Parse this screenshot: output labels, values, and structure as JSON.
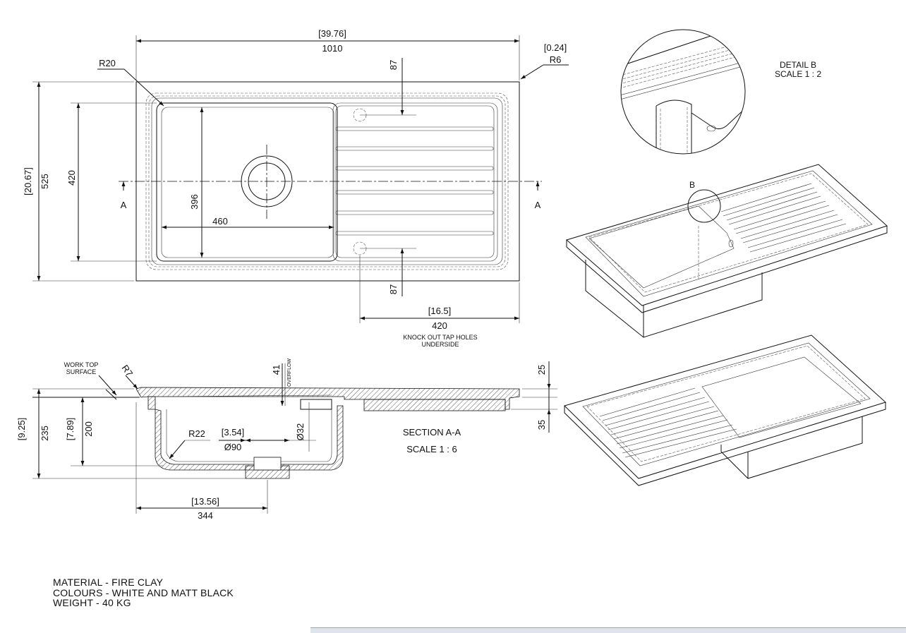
{
  "plan_view": {
    "overall_length_in": "[39.76]",
    "overall_length_mm": "1010",
    "corner_radius_in": "[0.24]",
    "corner_radius_mm": "R6",
    "bowl_radius": "R20",
    "tap_hole_offset_top": "87",
    "tap_hole_offset_bottom": "87",
    "overall_width_in": "[20.67]",
    "overall_width_mm": "525",
    "bowl_width_outer": "420",
    "bowl_width_inner": "396",
    "bowl_length": "460",
    "section_marker_left": "A",
    "section_marker_right": "A",
    "tap_hole_span_in": "[16.5]",
    "tap_hole_span_mm": "420",
    "tap_hole_note_line1": "KNOCK OUT TAP HOLES",
    "tap_hole_note_line2": "UNDERSIDE"
  },
  "section_view": {
    "worktop_line1": "WORK TOP",
    "worktop_line2": "SURFACE",
    "rim_radius": "R7",
    "overflow_dim": "41",
    "overflow_label": "OVERFLOW",
    "top_thickness": "25",
    "drainer_depth": "35",
    "overall_depth_in": "[9.25]",
    "overall_depth_mm": "235",
    "bowl_depth_in": "[7.89]",
    "bowl_depth_mm": "200",
    "bowl_radius": "R22",
    "waste_dia_in": "[3.54]",
    "waste_dia_mm": "Ø90",
    "overflow_dia": "Ø32",
    "bowl_offset_in": "[13.56]",
    "bowl_offset_mm": "344",
    "title": "SECTION A-A",
    "scale": "SCALE  1 : 6"
  },
  "detail": {
    "title": "DETAIL B",
    "scale": "SCALE 1 : 2",
    "marker": "B"
  },
  "notes": [
    "MATERIAL - FIRE CLAY",
    "COLOURS - WHITE AND MATT BLACK",
    "WEIGHT - 40 KG"
  ]
}
